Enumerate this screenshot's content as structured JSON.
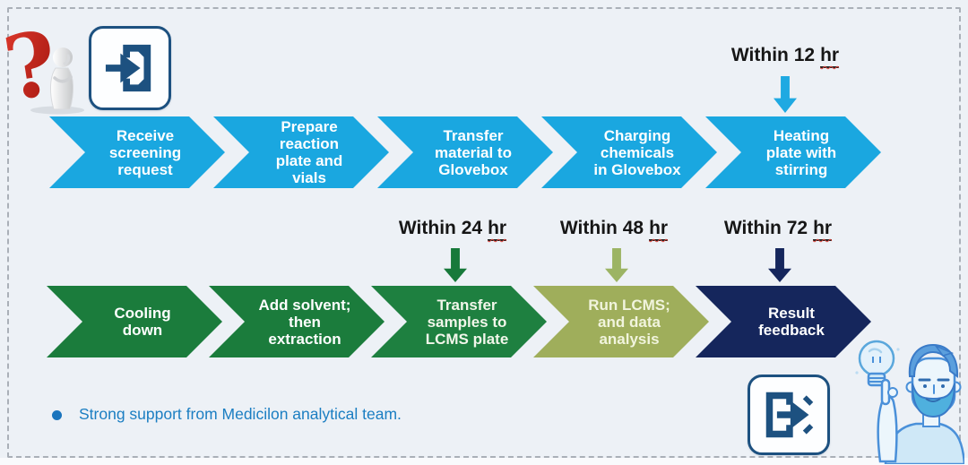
{
  "canvas": {
    "background": "#edf1f6",
    "border_color": "#aab0b8"
  },
  "flow": {
    "rows": [
      {
        "steps": [
          {
            "label": "Receive\nscreening\nrequest",
            "color": "#1aa7e0",
            "text_color": "#ffffff"
          },
          {
            "label": "Prepare\nreaction\nplate and\nvials",
            "color": "#1aa7e0",
            "text_color": "#ffffff"
          },
          {
            "label": "Transfer\nmaterial to\nGlovebox",
            "color": "#1aa7e0",
            "text_color": "#ffffff"
          },
          {
            "label": "Charging\nchemicals\nin Glovebox",
            "color": "#1aa7e0",
            "text_color": "#ffffff"
          },
          {
            "label": "Heating\nplate with\nstirring",
            "color": "#1aa7e0",
            "text_color": "#ffffff"
          }
        ]
      },
      {
        "steps": [
          {
            "label": "Cooling\ndown",
            "color": "#1b7c3c",
            "text_color": "#ffffff"
          },
          {
            "label": "Add solvent;\nthen\nextraction",
            "color": "#1b7c3c",
            "text_color": "#ffffff"
          },
          {
            "label": "Transfer\nsamples to\nLCMS plate",
            "color": "#1e8040",
            "text_color": "#f2f6ea"
          },
          {
            "label": "Run LCMS;\nand data\nanalysis",
            "color": "#9fae5b",
            "text_color": "#f1f4dd"
          },
          {
            "label": "Result\nfeedback",
            "color": "#15265c",
            "text_color": "#ffffff"
          }
        ]
      }
    ]
  },
  "annotations": [
    {
      "prefix": "Within 12",
      "unit": "hr",
      "arrow_color": "#1fa9e2"
    },
    {
      "prefix": "Within 24",
      "unit": "hr",
      "arrow_color": "#17793a"
    },
    {
      "prefix": "Within 48",
      "unit": "hr",
      "arrow_color": "#9cb464"
    },
    {
      "prefix": "Within 72",
      "unit": "hr",
      "arrow_color": "#15265c"
    }
  ],
  "footer": {
    "bullet_text": "Strong support from Medicilon analytical team.",
    "text_color": "#1b7ec2",
    "bullet_color": "#1a74bd"
  },
  "icons": {
    "top_left": [
      "question-mark-figure-icon",
      "sign-in-icon"
    ],
    "bottom_right": [
      "sign-out-icon",
      "idea-person-lightbulb-icon"
    ],
    "icon_accent": "#1d5180",
    "question_mark_color": "#c5201a"
  }
}
